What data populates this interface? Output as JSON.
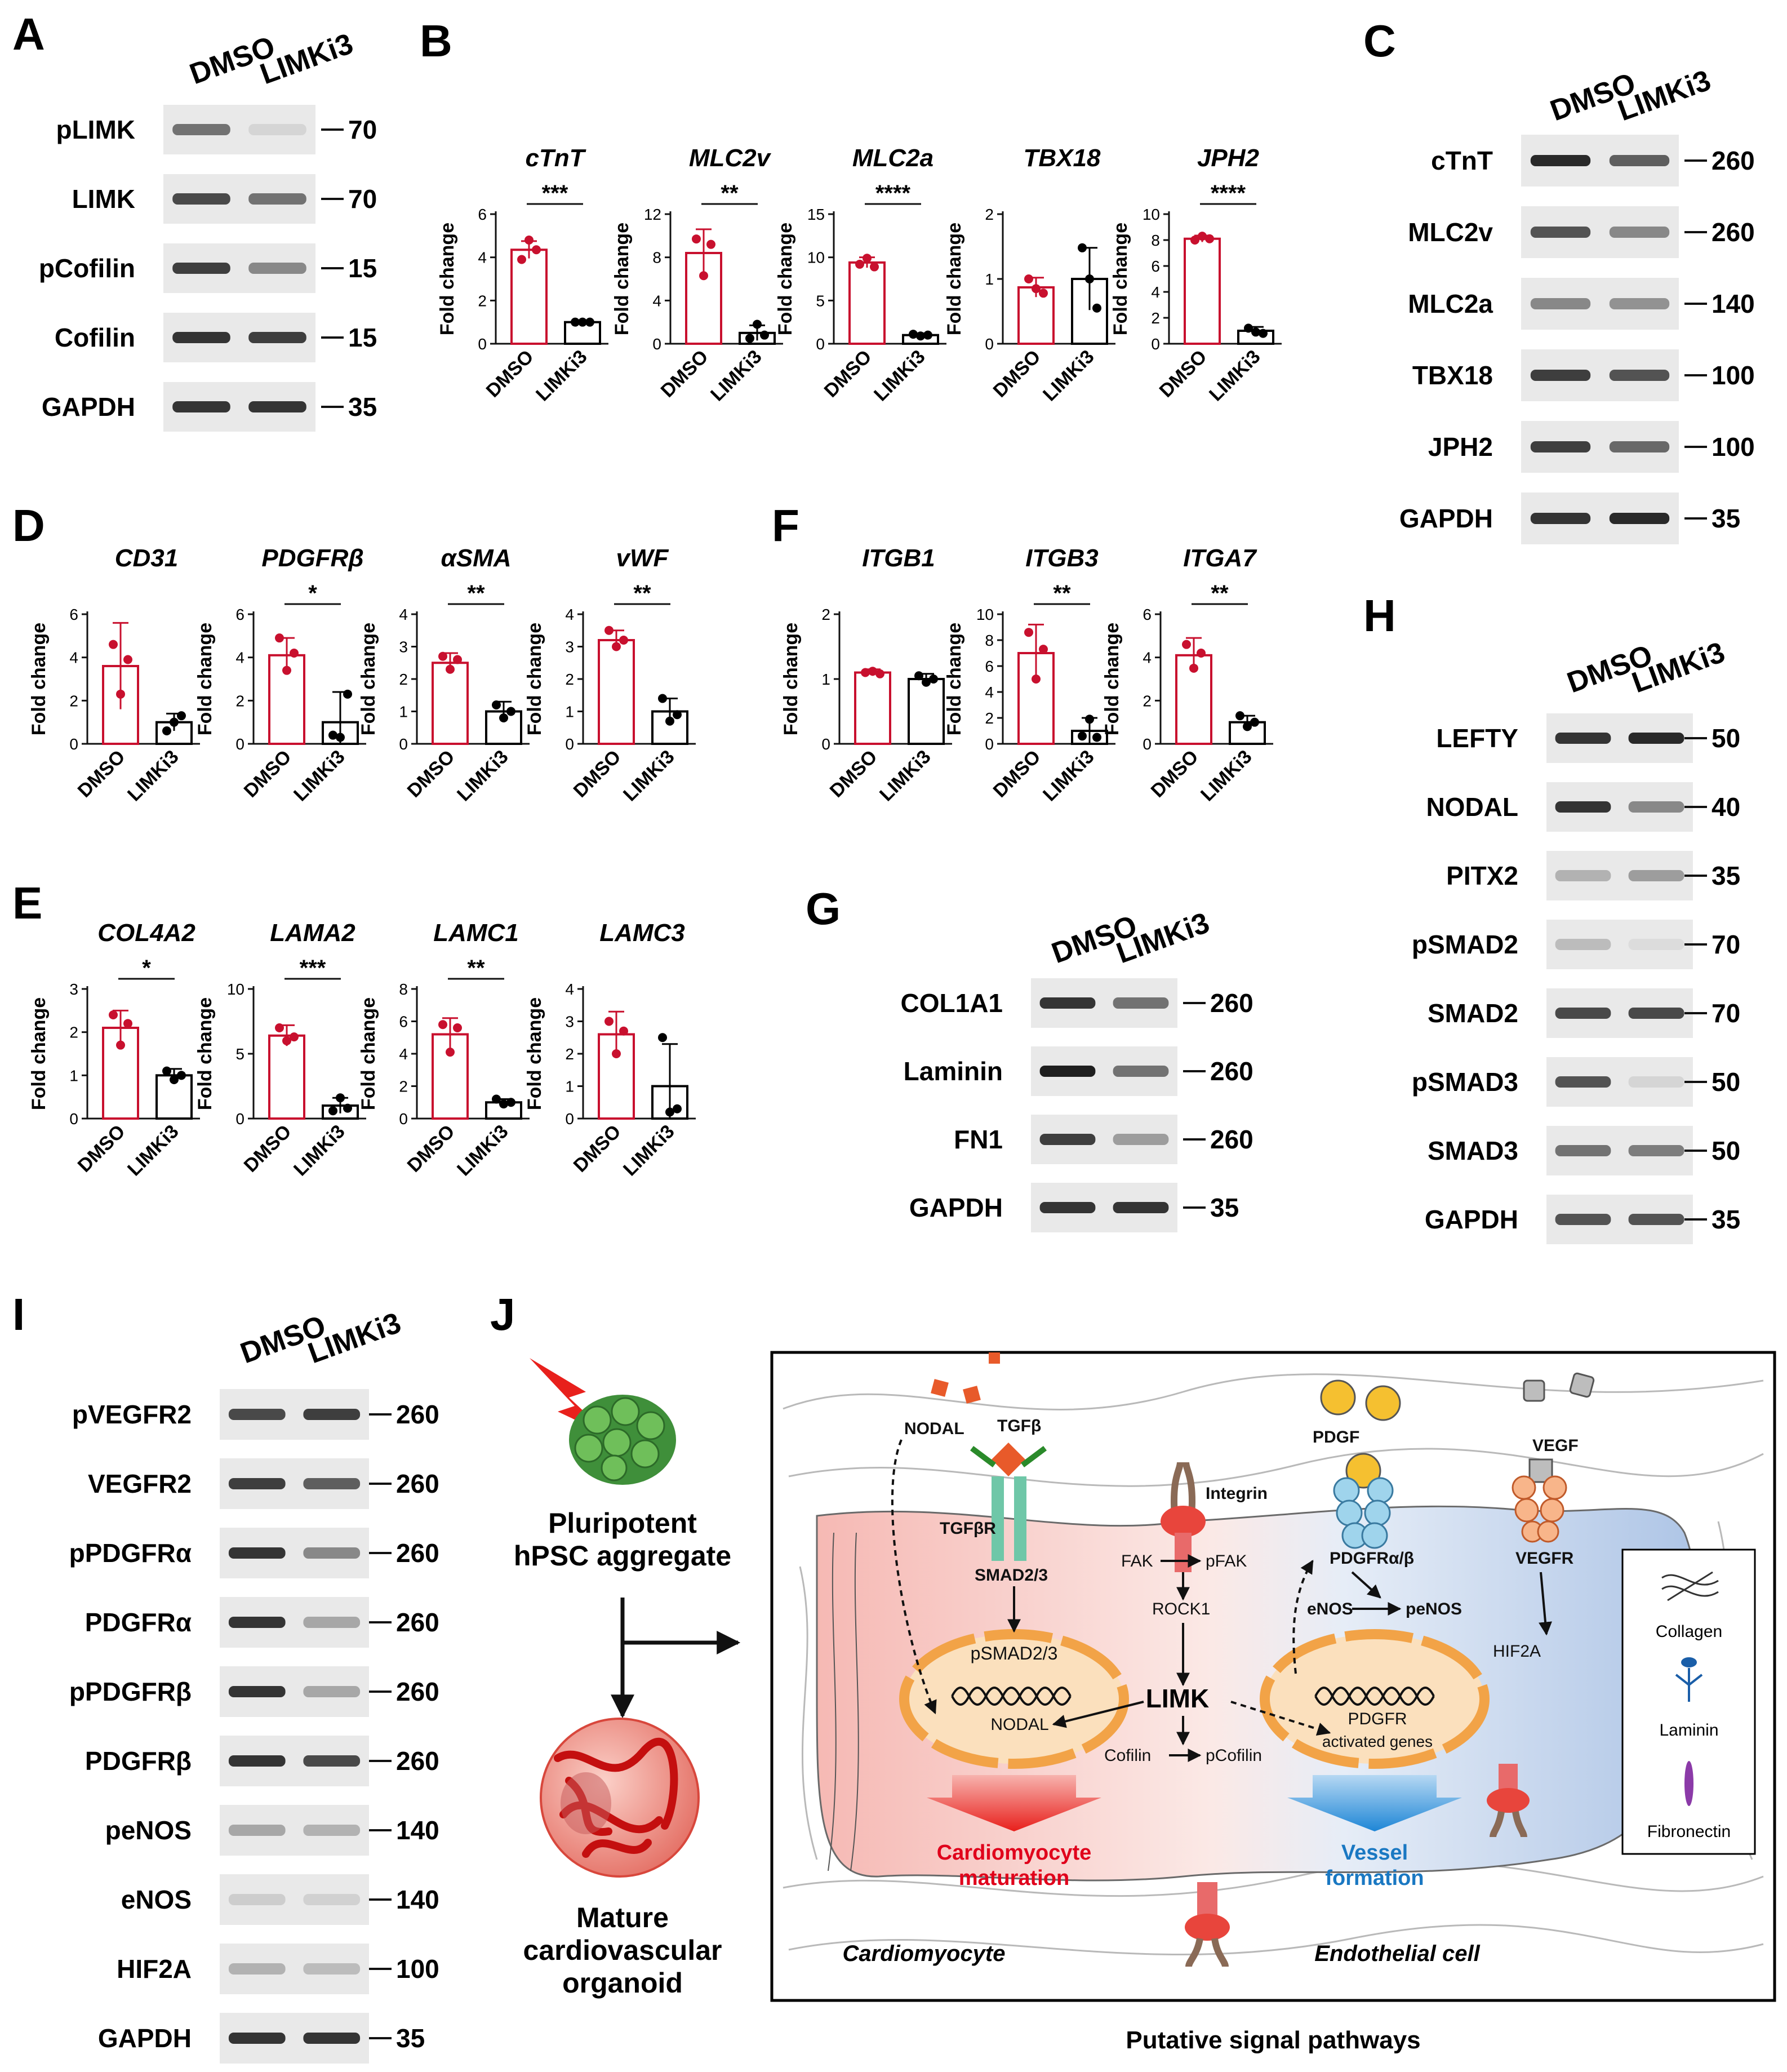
{
  "colors": {
    "dmso": "#c8102e",
    "limki3": "#000000",
    "panel_border": "#000000",
    "cardio_bg": "#f6b9b4",
    "endo_bg": "#b7cbe8",
    "nucleus": "#f2a347",
    "arrow_red": "#e8201c",
    "arrow_blue": "#1e86d6",
    "text_red": "#e0001b",
    "text_blue": "#1a78c2"
  },
  "panel_letters": {
    "A": "A",
    "B": "B",
    "C": "C",
    "D": "D",
    "E": "E",
    "F": "F",
    "G": "G",
    "H": "H",
    "I": "I",
    "J": "J"
  },
  "blots": [
    {
      "id": "A",
      "header": [
        "DMSO",
        "LIMKi3"
      ],
      "rows": [
        {
          "label": "pLIMK",
          "marker": "70",
          "i1": 0.55,
          "i2": 0.08
        },
        {
          "label": "LIMK",
          "marker": "70",
          "i1": 0.75,
          "i2": 0.55
        },
        {
          "label": "pCofilin",
          "marker": "15",
          "i1": 0.8,
          "i2": 0.45
        },
        {
          "label": "Cofilin",
          "marker": "15",
          "i1": 0.85,
          "i2": 0.8
        },
        {
          "label": "GAPDH",
          "marker": "35",
          "i1": 0.85,
          "i2": 0.85
        }
      ]
    },
    {
      "id": "C",
      "header": [
        "DMSO",
        "LIMKi3"
      ],
      "rows": [
        {
          "label": "cTnT",
          "marker": "260",
          "i1": 0.9,
          "i2": 0.65
        },
        {
          "label": "MLC2v",
          "marker": "260",
          "i1": 0.7,
          "i2": 0.45
        },
        {
          "label": "MLC2a",
          "marker": "140",
          "i1": 0.45,
          "i2": 0.4
        },
        {
          "label": "TBX18",
          "marker": "100",
          "i1": 0.8,
          "i2": 0.7
        },
        {
          "label": "JPH2",
          "marker": "100",
          "i1": 0.8,
          "i2": 0.6
        },
        {
          "label": "GAPDH",
          "marker": "35",
          "i1": 0.85,
          "i2": 0.9
        }
      ]
    },
    {
      "id": "G",
      "header": [
        "DMSO",
        "LIMKi3"
      ],
      "rows": [
        {
          "label": "COL1A1",
          "marker": "260",
          "i1": 0.85,
          "i2": 0.55
        },
        {
          "label": "Laminin",
          "marker": "260",
          "i1": 0.95,
          "i2": 0.55
        },
        {
          "label": "FN1",
          "marker": "260",
          "i1": 0.8,
          "i2": 0.35
        },
        {
          "label": "GAPDH",
          "marker": "35",
          "i1": 0.85,
          "i2": 0.85
        }
      ]
    },
    {
      "id": "H",
      "header": [
        "DMSO",
        "LIMKi3"
      ],
      "rows": [
        {
          "label": "LEFTY",
          "marker": "50",
          "i1": 0.85,
          "i2": 0.9
        },
        {
          "label": "NODAL",
          "marker": "40",
          "i1": 0.85,
          "i2": 0.45
        },
        {
          "label": "PITX2",
          "marker": "35",
          "i1": 0.25,
          "i2": 0.35
        },
        {
          "label": "pSMAD2",
          "marker": "70",
          "i1": 0.2,
          "i2": 0.05
        },
        {
          "label": "SMAD2",
          "marker": "70",
          "i1": 0.75,
          "i2": 0.75
        },
        {
          "label": "pSMAD3",
          "marker": "50",
          "i1": 0.7,
          "i2": 0.08
        },
        {
          "label": "SMAD3",
          "marker": "50",
          "i1": 0.55,
          "i2": 0.5
        },
        {
          "label": "GAPDH",
          "marker": "35",
          "i1": 0.7,
          "i2": 0.7
        }
      ]
    },
    {
      "id": "I",
      "header": [
        "DMSO",
        "LIMKi3"
      ],
      "rows": [
        {
          "label": "pVEGFR2",
          "marker": "260",
          "i1": 0.75,
          "i2": 0.8
        },
        {
          "label": "VEGFR2",
          "marker": "260",
          "i1": 0.8,
          "i2": 0.65
        },
        {
          "label": "pPDGFRα",
          "marker": "260",
          "i1": 0.85,
          "i2": 0.45
        },
        {
          "label": "PDGFRα",
          "marker": "260",
          "i1": 0.85,
          "i2": 0.3
        },
        {
          "label": "pPDGFRβ",
          "marker": "260",
          "i1": 0.85,
          "i2": 0.3
        },
        {
          "label": "PDGFRβ",
          "marker": "260",
          "i1": 0.85,
          "i2": 0.75
        },
        {
          "label": "peNOS",
          "marker": "140",
          "i1": 0.3,
          "i2": 0.25
        },
        {
          "label": "eNOS",
          "marker": "140",
          "i1": 0.12,
          "i2": 0.1
        },
        {
          "label": "HIF2A",
          "marker": "100",
          "i1": 0.25,
          "i2": 0.2
        },
        {
          "label": "GAPDH",
          "marker": "35",
          "i1": 0.85,
          "i2": 0.85
        }
      ]
    }
  ],
  "chart_data": [
    {
      "panel": "B",
      "type": "bar",
      "title": "cTnT",
      "ylabel": "Fold change",
      "categories": [
        "DMSO",
        "LIMKi3"
      ],
      "values": [
        4.35,
        1.0
      ],
      "sd": [
        0.4,
        0.02
      ],
      "points": [
        [
          3.9,
          4.8,
          4.35
        ],
        [
          1.0,
          1.0,
          1.0
        ]
      ],
      "ylim": [
        0,
        6
      ],
      "yticks": [
        0,
        2,
        4,
        6
      ],
      "sig": "***"
    },
    {
      "panel": "B",
      "type": "bar",
      "title": "MLC2v",
      "ylabel": "Fold change",
      "categories": [
        "DMSO",
        "LIMKi3"
      ],
      "values": [
        8.4,
        1.0
      ],
      "sd": [
        2.2,
        0.7
      ],
      "points": [
        [
          9.7,
          6.3,
          9.2
        ],
        [
          0.5,
          1.8,
          0.8
        ]
      ],
      "ylim": [
        0,
        12
      ],
      "yticks": [
        0,
        4,
        8,
        12
      ],
      "sig": "**"
    },
    {
      "panel": "B",
      "type": "bar",
      "title": "MLC2a",
      "ylabel": "Fold change",
      "categories": [
        "DMSO",
        "LIMKi3"
      ],
      "values": [
        9.4,
        1.0
      ],
      "sd": [
        0.6,
        0.2
      ],
      "points": [
        [
          9.2,
          9.9,
          8.9
        ],
        [
          1.1,
          0.9,
          1.0
        ]
      ],
      "ylim": [
        0,
        15
      ],
      "yticks": [
        0,
        5,
        10,
        15
      ],
      "sig": "****"
    },
    {
      "panel": "B",
      "type": "bar",
      "title": "TBX18",
      "ylabel": "Fold change",
      "categories": [
        "DMSO",
        "LIMKi3"
      ],
      "values": [
        0.87,
        1.0
      ],
      "sd": [
        0.15,
        0.48
      ],
      "points": [
        [
          1.0,
          0.85,
          0.78
        ],
        [
          1.48,
          1.0,
          0.55
        ]
      ],
      "ylim": [
        0,
        2
      ],
      "yticks": [
        0,
        1,
        2
      ],
      "sig": ""
    },
    {
      "panel": "B",
      "type": "bar",
      "title": "JPH2",
      "ylabel": "Fold change",
      "categories": [
        "DMSO",
        "LIMKi3"
      ],
      "values": [
        8.1,
        1.0
      ],
      "sd": [
        0.25,
        0.3
      ],
      "points": [
        [
          8.0,
          8.3,
          8.1
        ],
        [
          1.2,
          0.9,
          0.8
        ]
      ],
      "ylim": [
        0,
        10
      ],
      "yticks": [
        0,
        2,
        4,
        6,
        8,
        10
      ],
      "sig": "****"
    },
    {
      "panel": "D",
      "type": "bar",
      "title": "CD31",
      "ylabel": "Fold change",
      "categories": [
        "DMSO",
        "LIMKi3"
      ],
      "values": [
        3.6,
        1.0
      ],
      "sd": [
        2.0,
        0.4
      ],
      "points": [
        [
          4.6,
          2.3,
          3.9
        ],
        [
          0.6,
          1.0,
          1.3
        ]
      ],
      "ylim": [
        0,
        6
      ],
      "yticks": [
        0,
        2,
        4,
        6
      ],
      "sig": ""
    },
    {
      "panel": "D",
      "type": "bar",
      "title": "PDGFRβ",
      "ylabel": "Fold change",
      "categories": [
        "DMSO",
        "LIMKi3"
      ],
      "values": [
        4.1,
        1.0
      ],
      "sd": [
        0.8,
        1.4
      ],
      "points": [
        [
          4.9,
          3.4,
          4.2
        ],
        [
          0.4,
          0.3,
          2.3
        ]
      ],
      "ylim": [
        0,
        6
      ],
      "yticks": [
        0,
        2,
        4,
        6
      ],
      "sig": "*"
    },
    {
      "panel": "D",
      "type": "bar",
      "title": "αSMA",
      "ylabel": "Fold change",
      "categories": [
        "DMSO",
        "LIMKi3"
      ],
      "values": [
        2.5,
        1.0
      ],
      "sd": [
        0.3,
        0.3
      ],
      "points": [
        [
          2.7,
          2.3,
          2.6
        ],
        [
          1.2,
          0.8,
          1.0
        ]
      ],
      "ylim": [
        0,
        4
      ],
      "yticks": [
        0,
        1,
        2,
        3,
        4
      ],
      "sig": "**"
    },
    {
      "panel": "D",
      "type": "bar",
      "title": "vWF",
      "ylabel": "Fold change",
      "categories": [
        "DMSO",
        "LIMKi3"
      ],
      "values": [
        3.2,
        1.0
      ],
      "sd": [
        0.3,
        0.4
      ],
      "points": [
        [
          3.5,
          3.0,
          3.2
        ],
        [
          1.4,
          0.7,
          0.9
        ]
      ],
      "ylim": [
        0,
        4
      ],
      "yticks": [
        0,
        1,
        2,
        3,
        4
      ],
      "sig": "**"
    },
    {
      "panel": "E",
      "type": "bar",
      "title": "COL4A2",
      "ylabel": "Fold change",
      "categories": [
        "DMSO",
        "LIMKi3"
      ],
      "values": [
        2.1,
        1.0
      ],
      "sd": [
        0.4,
        0.15
      ],
      "points": [
        [
          2.4,
          1.7,
          2.2
        ],
        [
          1.1,
          0.9,
          1.0
        ]
      ],
      "ylim": [
        0,
        3
      ],
      "yticks": [
        0,
        1,
        2,
        3
      ],
      "sig": "*"
    },
    {
      "panel": "E",
      "type": "bar",
      "title": "LAMA2",
      "ylabel": "Fold change",
      "categories": [
        "DMSO",
        "LIMKi3"
      ],
      "values": [
        6.4,
        1.0
      ],
      "sd": [
        0.8,
        0.6
      ],
      "points": [
        [
          7.0,
          6.0,
          6.3
        ],
        [
          0.6,
          1.6,
          0.8
        ]
      ],
      "ylim": [
        0,
        10
      ],
      "yticks": [
        0,
        5,
        10
      ],
      "sig": "***"
    },
    {
      "panel": "E",
      "type": "bar",
      "title": "LAMC1",
      "ylabel": "Fold change",
      "categories": [
        "DMSO",
        "LIMKi3"
      ],
      "values": [
        5.2,
        1.0
      ],
      "sd": [
        1.0,
        0.2
      ],
      "points": [
        [
          5.8,
          4.1,
          5.6
        ],
        [
          1.2,
          0.9,
          1.0
        ]
      ],
      "ylim": [
        0,
        8
      ],
      "yticks": [
        0,
        2,
        4,
        6,
        8
      ],
      "sig": "**"
    },
    {
      "panel": "E",
      "type": "bar",
      "title": "LAMC3",
      "ylabel": "Fold change",
      "categories": [
        "DMSO",
        "LIMKi3"
      ],
      "values": [
        2.6,
        1.0
      ],
      "sd": [
        0.7,
        1.3
      ],
      "points": [
        [
          3.0,
          2.0,
          2.7
        ],
        [
          2.5,
          0.2,
          0.3
        ]
      ],
      "ylim": [
        0,
        4
      ],
      "yticks": [
        0,
        1,
        2,
        3,
        4
      ],
      "sig": ""
    },
    {
      "panel": "F",
      "type": "bar",
      "title": "ITGB1",
      "ylabel": "Fold change",
      "categories": [
        "DMSO",
        "LIMKi3"
      ],
      "values": [
        1.1,
        1.0
      ],
      "sd": [
        0.05,
        0.08
      ],
      "points": [
        [
          1.1,
          1.12,
          1.08
        ],
        [
          1.05,
          0.95,
          1.0
        ]
      ],
      "ylim": [
        0,
        2
      ],
      "yticks": [
        0,
        1,
        2
      ],
      "sig": ""
    },
    {
      "panel": "F",
      "type": "bar",
      "title": "ITGB3",
      "ylabel": "Fold change",
      "categories": [
        "DMSO",
        "LIMKi3"
      ],
      "values": [
        7.0,
        1.0
      ],
      "sd": [
        2.2,
        1.0
      ],
      "points": [
        [
          8.6,
          5.0,
          7.3
        ],
        [
          0.6,
          1.9,
          0.5
        ]
      ],
      "ylim": [
        0,
        10
      ],
      "yticks": [
        0,
        2,
        4,
        6,
        8,
        10
      ],
      "sig": "**"
    },
    {
      "panel": "F",
      "type": "bar",
      "title": "ITGA7",
      "ylabel": "Fold change",
      "categories": [
        "DMSO",
        "LIMKi3"
      ],
      "values": [
        4.1,
        1.0
      ],
      "sd": [
        0.8,
        0.3
      ],
      "points": [
        [
          4.6,
          3.5,
          4.2
        ],
        [
          1.3,
          0.8,
          1.0
        ]
      ],
      "ylim": [
        0,
        6
      ],
      "yticks": [
        0,
        2,
        4,
        6
      ],
      "sig": "**"
    }
  ],
  "diagram": {
    "left_top": "Pluripotent hPSC aggregate",
    "left_bottom": "Mature cardiovascular organoid",
    "cardio_label": "Cardiomyocyte",
    "endo_label": "Endothelial cell",
    "caption": "Putative signal pathways",
    "labels": {
      "nodal": "NODAL",
      "tgfb": "TGFβ",
      "tgfbr": "TGFβR",
      "smad": "SMAD2/3",
      "psmad": "pSMAD2/3",
      "nodal_gene": "NODAL",
      "integrin": "Integrin",
      "fak": "FAK",
      "pfak": "pFAK",
      "rock": "ROCK1",
      "limk": "LIMK",
      "cofilin": "Cofilin",
      "pcofilin": "pCofilin",
      "pdgf": "PDGF",
      "pdgfr": "PDGFRα/β",
      "enos": "eNOS",
      "penos": "peNOS",
      "vegf": "VEGF",
      "vegfr": "VEGFR",
      "hif": "HIF2A",
      "pdgfr_gene": "PDGFR",
      "activated": "activated genes",
      "out1a": "Cardiomyocyte",
      "out1b": "maturation",
      "out2a": "Vessel",
      "out2b": "formation"
    },
    "legend": [
      "Collagen",
      "Laminin",
      "Fibronectin"
    ]
  }
}
